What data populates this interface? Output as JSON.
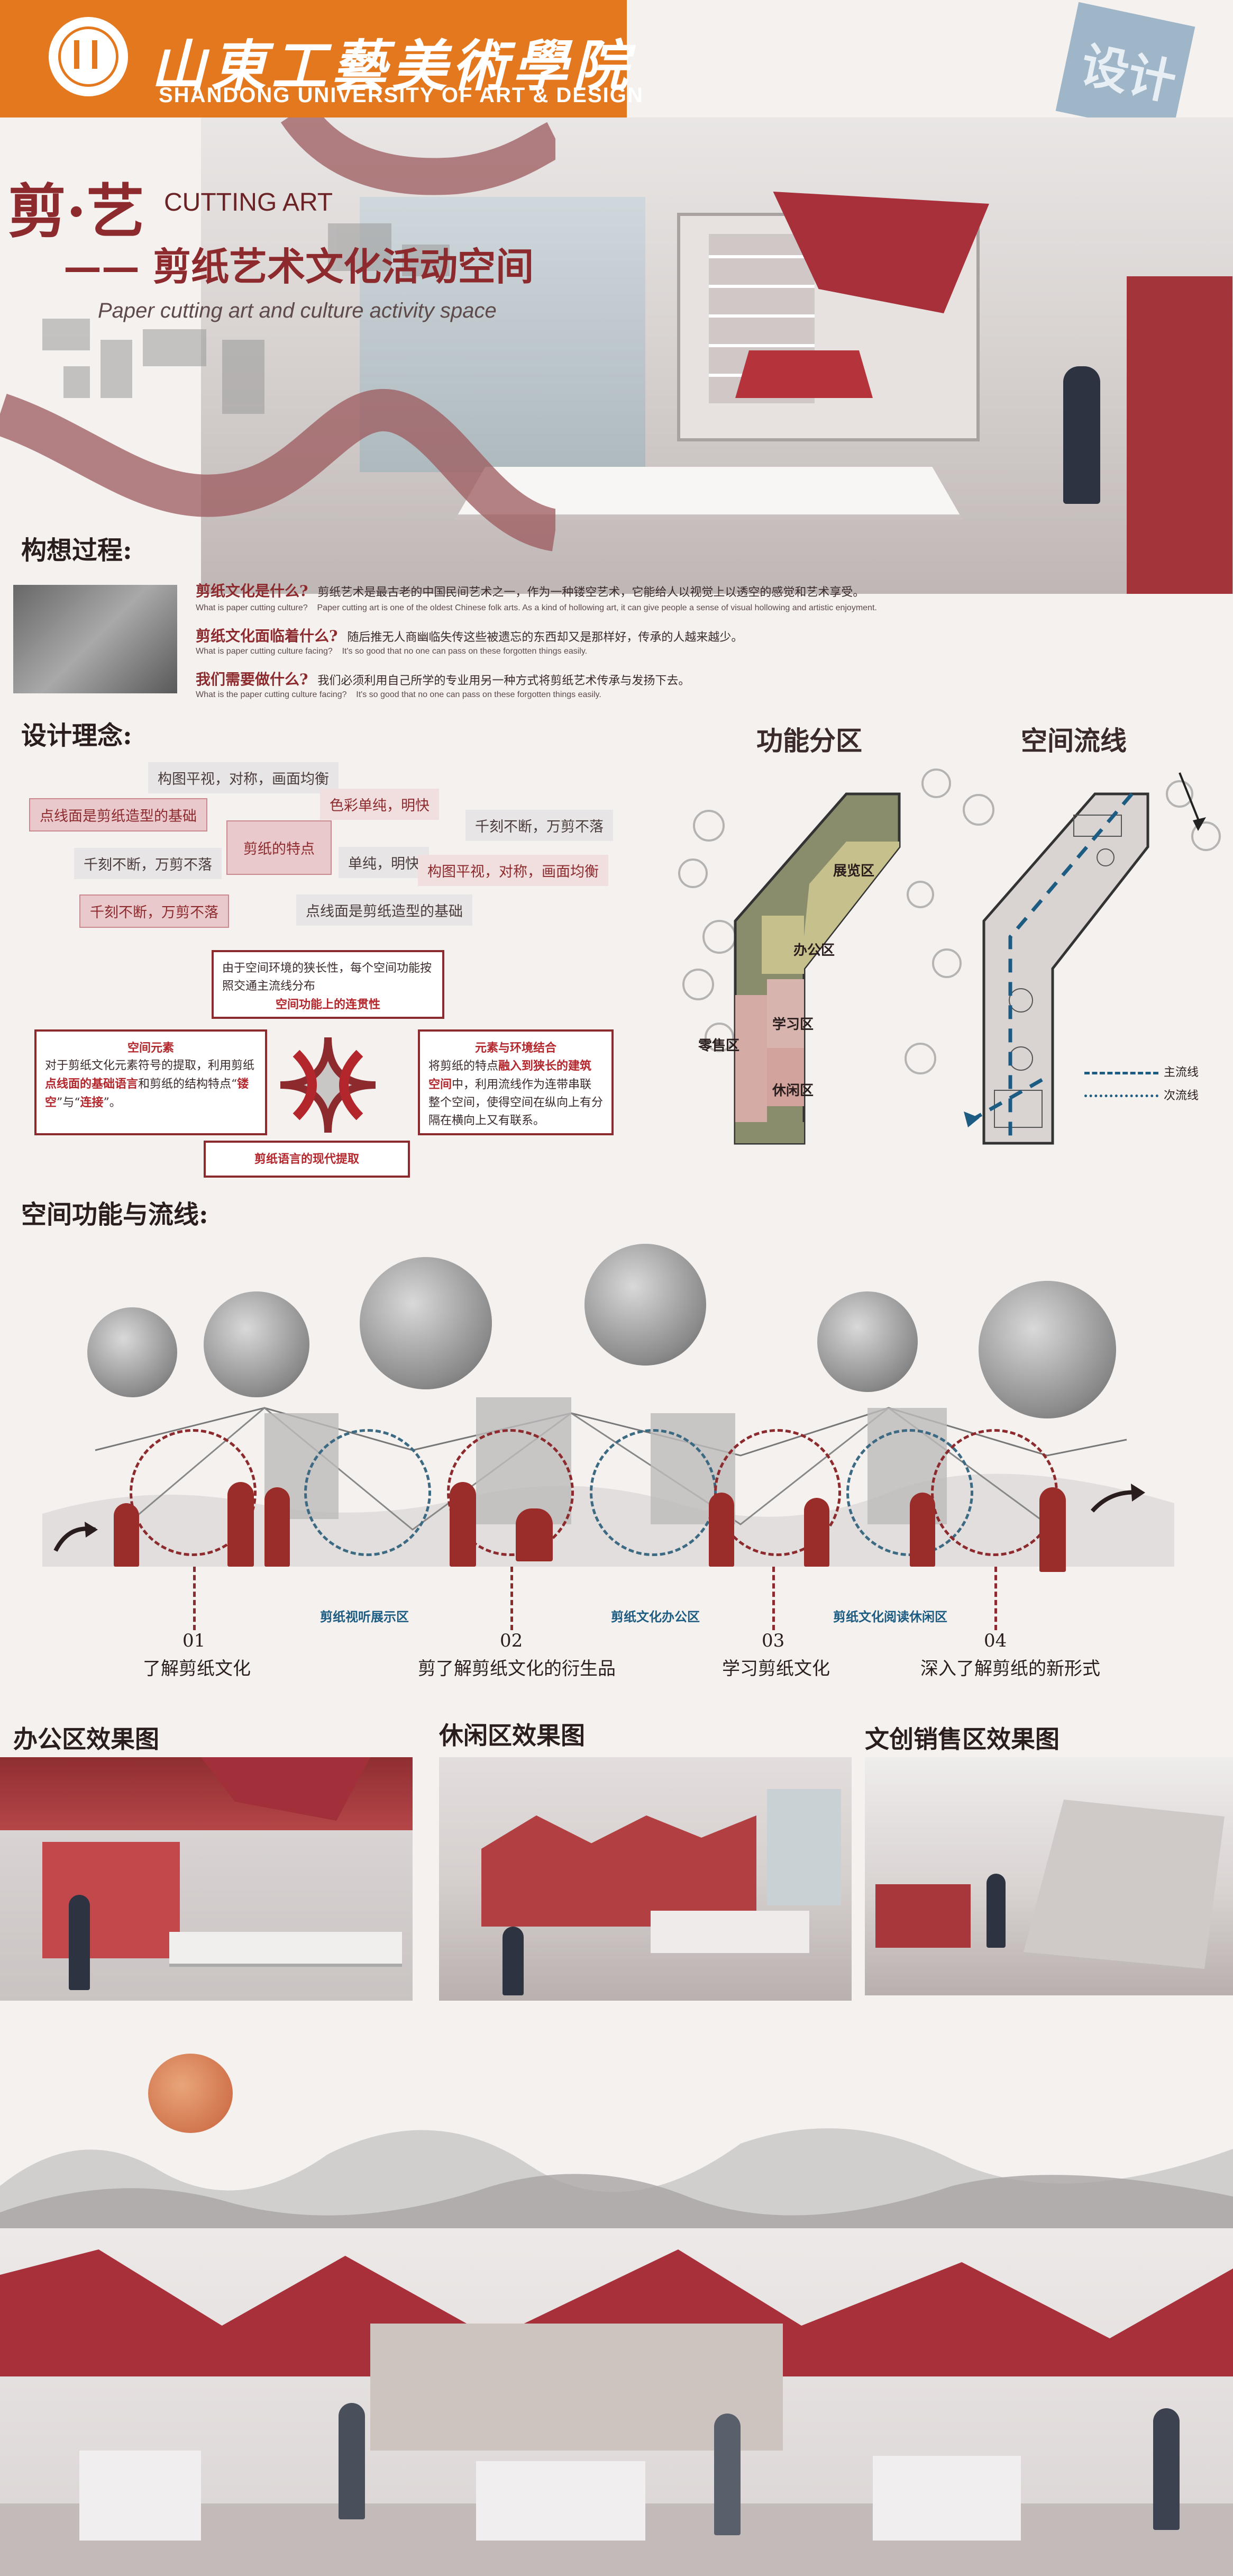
{
  "header": {
    "school_cn": "山東工藝美術學院",
    "school_en": "SHANDONG UNIVERSITY OF ART & DESIGN",
    "seal_text": "设计"
  },
  "title": {
    "main_cn": "剪·艺",
    "main_en": "CUTTING ART",
    "sub_cn": "—— 剪纸艺术文化活动空间",
    "sub_en": "Paper cutting art and culture activity space"
  },
  "concept": {
    "title": "构想过程:",
    "items": [
      {
        "q": "剪纸文化是什么?",
        "a": "剪纸艺术是最古老的中国民间艺术之一，作为一种镂空艺术，它能给人以视觉上以透空的感觉和艺术享受。",
        "q_en": "What is paper cutting culture?",
        "a_en": "Paper cutting art is one of the oldest Chinese folk arts. As a kind of hollowing art, it can give people a sense of visual hollowing and artistic enjoyment."
      },
      {
        "q": "剪纸文化面临着什么?",
        "a": "随后推无人商幽临失传这些被遗忘的东西却又是那样好，传承的人越来越少。",
        "q_en": "What is paper cutting culture facing?",
        "a_en": "It's so good that no one can pass on these forgotten things easily."
      },
      {
        "q": "我们需要做什么?",
        "a": "我们必须利用自己所学的专业用另一种方式将剪纸艺术传承与发扬下去。",
        "q_en": "What is the paper cutting culture facing?",
        "a_en": "It's so good that no one can pass on these forgotten things easily."
      }
    ]
  },
  "design": {
    "title": "设计理念:",
    "tags": [
      "构图平视，对称，画面均衡",
      "点线面是剪纸造型的基础",
      "色彩单纯，明快",
      "千刻不断，万剪不落",
      "剪纸的特点",
      "千刻不断，万剪不落",
      "单纯，明快",
      "构图平视，对称，画面均衡",
      "千刻不断，万剪不落",
      "点线面是剪纸造型的基础"
    ],
    "top_box": {
      "text": "由于空间环境的狭长性，每个空间功能按照交通主流线分布",
      "highlight": "空间功能上的连贯性"
    },
    "left_box": {
      "title": "空间元素",
      "text_1": "对于剪纸文化元素符号的提取，利用剪纸",
      "hl_1": "点线面的基础语言",
      "text_2": "和剪纸的结构特点“",
      "hl_2": "镂空",
      "text_3": "”与“",
      "hl_3": "连接",
      "text_4": "”。"
    },
    "right_box": {
      "title": "元素与环境结合",
      "text_1": "将剪纸的特点",
      "hl_1": "融入到狭长的建筑空间",
      "text_2": "中，利用流线作为连带串联整个空间，使得空间在纵向上有分隔在横向上又有联系。"
    },
    "bottom_label": "剪纸语言的现代提取"
  },
  "plans": {
    "zoning_title": "功能分区",
    "flow_title": "空间流线",
    "zones": [
      "展览区",
      "办公区",
      "学习区",
      "零售区",
      "休闲区"
    ],
    "legend": [
      "主流线",
      "次流线"
    ]
  },
  "flow": {
    "title": "空间功能与流线:",
    "steps": [
      {
        "num": "01",
        "label": "了解剪纸文化"
      },
      {
        "num": "02",
        "label": "剪了解剪纸文化的衍生品"
      },
      {
        "num": "03",
        "label": "学习剪纸文化"
      },
      {
        "num": "04",
        "label": "深入了解剪纸的新形式"
      }
    ],
    "zones": [
      "剪纸视听展示区",
      "剪纸文化办公区",
      "剪纸文化阅读休闲区"
    ]
  },
  "renders": {
    "office": "办公区效果图",
    "leisure": "休闲区效果图",
    "retail": "文创销售区效果图"
  },
  "colors": {
    "brand_orange": "#e4781f",
    "accent_red": "#8d2a2d",
    "flow_blue": "#1d5c82"
  }
}
